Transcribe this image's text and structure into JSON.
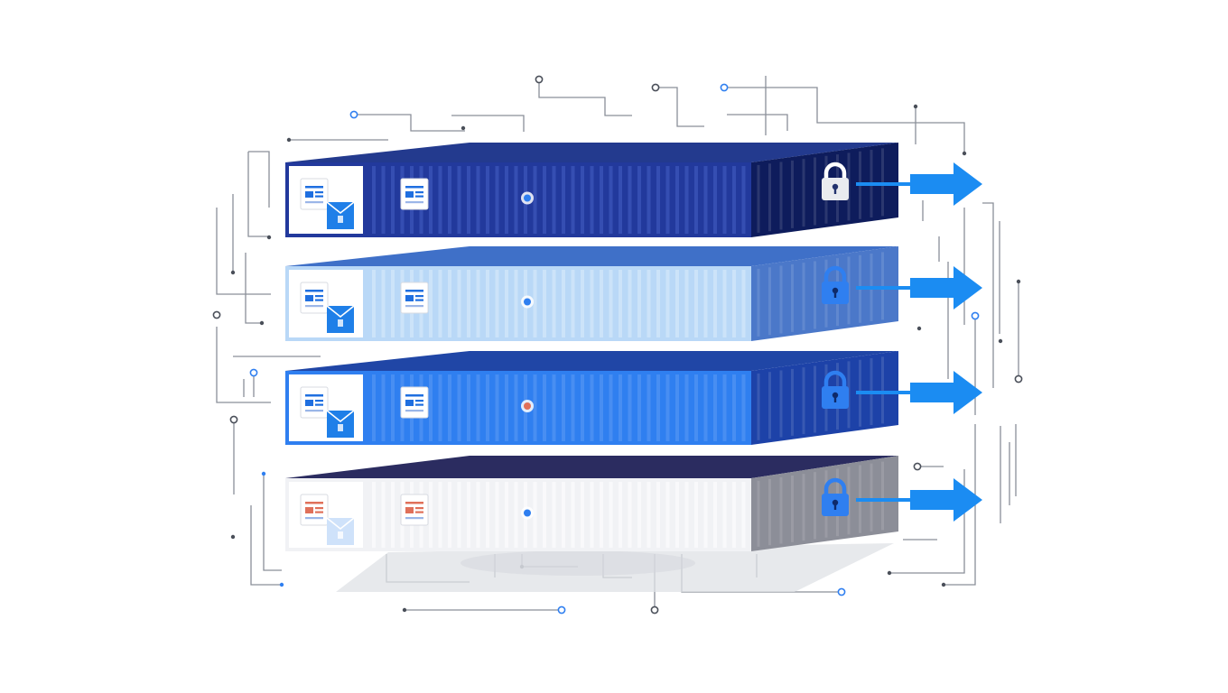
{
  "colors": {
    "background": "#ffffff",
    "circuit_line": "#8a8f99",
    "node_blue": "#2f7ff0",
    "node_dark": "#4a4f59",
    "arrow": "#1b8cf2",
    "ground_shadow": "#dfe1e6"
  },
  "layers": [
    {
      "id": "layer-1",
      "top": "#233a8e",
      "front": "#22399c",
      "stripe": "#4660c4",
      "side": "#0e1c5c",
      "panel": "#ffffff",
      "lock": "#e9ebef",
      "lock_shackle": "#ffffff",
      "badge_dot": "#2f7ff0",
      "doc_accent": "#1f6fe0",
      "folder": "#1f7fe8",
      "arrow": "#1b8cf2"
    },
    {
      "id": "layer-2",
      "top": "#3f70c8",
      "front": "#b9d8f7",
      "stripe": "#dcecfc",
      "side": "#4b78c9",
      "panel": "#ffffff",
      "lock": "#2f7ff0",
      "lock_shackle": "#2f7ff0",
      "badge_dot": "#2f7ff0",
      "doc_accent": "#1f6fe0",
      "folder": "#1f7fe8",
      "arrow": "#1b8cf2"
    },
    {
      "id": "layer-3",
      "top": "#2046a6",
      "front": "#2f7ff0",
      "stripe": "#5c9af4",
      "side": "#1d42a8",
      "panel": "#ffffff",
      "lock": "#2f7ff0",
      "lock_shackle": "#2f7ff0",
      "badge_dot": "#e0705a",
      "doc_accent": "#1f6fe0",
      "folder": "#1f7fe8",
      "arrow": "#1b8cf2"
    },
    {
      "id": "layer-4",
      "top": "#2b2c60",
      "front": "#f1f2f5",
      "stripe": "#ffffff",
      "side": "#8c8e98",
      "panel": "#ffffff",
      "lock": "#2f7ff0",
      "lock_shackle": "#2f7ff0",
      "badge_dot": "#2f7ff0",
      "doc_accent": "#e0705a",
      "folder": "#cfe2fa",
      "arrow": "#1b8cf2"
    }
  ]
}
